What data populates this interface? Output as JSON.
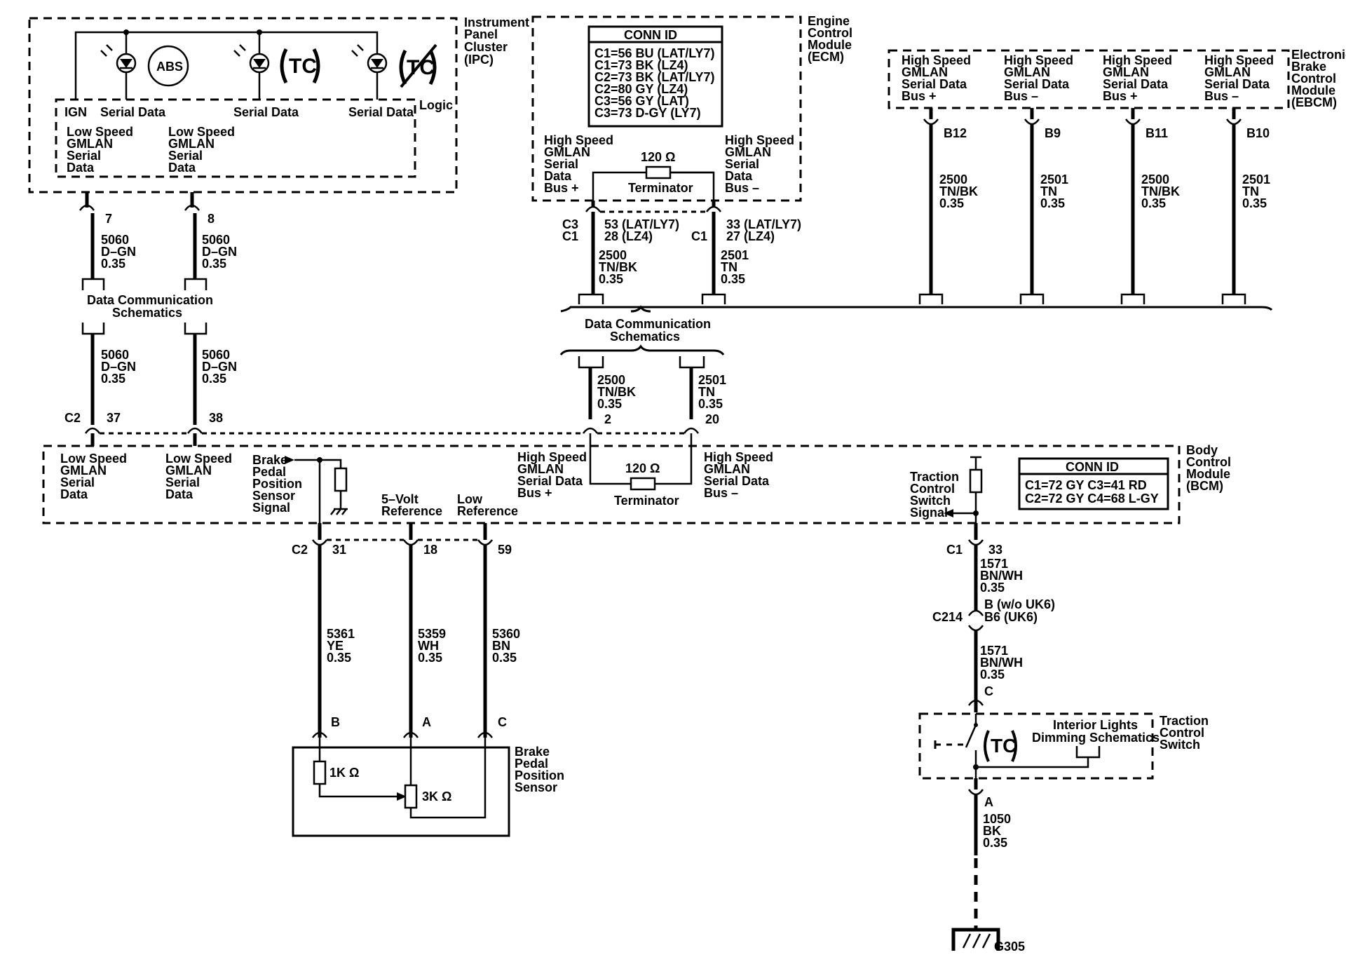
{
  "modules": {
    "ipc": {
      "name": [
        "Instrument",
        "Panel",
        "Cluster",
        "(IPC)"
      ],
      "logic": "Logic",
      "pins": [
        "IGN",
        "Serial Data",
        "Serial Data",
        "Serial Data"
      ],
      "ls1": [
        "Low Speed",
        "GMLAN",
        "Serial",
        "Data"
      ],
      "ls2": [
        "Low Speed",
        "GMLAN",
        "Serial",
        "Data"
      ],
      "lamps": [
        "abs-lamp-icon",
        "tc-lamp-icon",
        "tc-off-lamp-icon"
      ],
      "abs_text": "ABS",
      "tc_text": "TC"
    },
    "ecm": {
      "name": [
        "Engine",
        "Control",
        "Module",
        "(ECM)"
      ],
      "conn_title": "CONN ID",
      "conn": [
        "C1=56 BU (LAT/LY7)",
        "C1=73 BK (LZ4)",
        "C2=73 BK (LAT/LY7)",
        "C2=80 GY (LZ4)",
        "C3=56 GY (LAT)",
        "C3=73 D-GY (LY7)"
      ],
      "hs_plus": [
        "High Speed",
        "GMLAN",
        "Serial",
        "Data",
        "Bus +"
      ],
      "hs_minus": [
        "High Speed",
        "GMLAN",
        "Serial",
        "Data",
        "Bus –"
      ],
      "term_value": "120 Ω",
      "term_label": "Terminator"
    },
    "ebcm": {
      "name": [
        "Electronic",
        "Brake",
        "Control",
        "Module",
        "(EBCM)"
      ],
      "bus": [
        [
          "High Speed",
          "GMLAN",
          "Serial Data",
          "Bus +"
        ],
        [
          "High Speed",
          "GMLAN",
          "Serial Data",
          "Bus –"
        ],
        [
          "High Speed",
          "GMLAN",
          "Serial Data",
          "Bus +"
        ],
        [
          "High Speed",
          "GMLAN",
          "Serial Data",
          "Bus –"
        ]
      ],
      "pins": [
        "B12",
        "B9",
        "B11",
        "B10"
      ]
    },
    "bcm": {
      "name": [
        "Body",
        "Control",
        "Module",
        "(BCM)"
      ],
      "ls1": [
        "Low Speed",
        "GMLAN",
        "Serial",
        "Data"
      ],
      "ls2": [
        "Low Speed",
        "GMLAN",
        "Serial",
        "Data"
      ],
      "brake": [
        "Brake",
        "Pedal",
        "Position",
        "Sensor",
        "Signal"
      ],
      "ref5": [
        "5–Volt",
        "Reference"
      ],
      "lowref": [
        "Low",
        "Reference"
      ],
      "hs_plus": [
        "High Speed",
        "GMLAN",
        "Serial Data",
        "Bus +"
      ],
      "hs_minus": [
        "High Speed",
        "GMLAN",
        "Serial Data",
        "Bus –"
      ],
      "term_value": "120 Ω",
      "term_label": "Terminator",
      "tcs": [
        "Traction",
        "Control",
        "Switch",
        "Signal"
      ],
      "conn_title": "CONN ID",
      "conn": [
        "C1=72 GY  C3=41 RD",
        "C2=72 GY  C4=68 L-GY"
      ]
    },
    "bpps": {
      "name": [
        "Brake",
        "Pedal",
        "Position",
        "Sensor"
      ],
      "r1": "1K Ω",
      "r2": "3K Ω",
      "pins": [
        "B",
        "A",
        "C"
      ]
    },
    "tcsw": {
      "name": [
        "Traction",
        "Control",
        "Switch"
      ],
      "dim": [
        "Interior Lights",
        "Dimming Schematics"
      ],
      "tc_text": "TC"
    }
  },
  "schem_ref": [
    "Data Communication",
    "Schematics"
  ],
  "wires": {
    "ipc": [
      {
        "pin": "7",
        "circ": "5060",
        "color": "D–GN",
        "size": "0.35"
      },
      {
        "pin": "8",
        "circ": "5060",
        "color": "D–GN",
        "size": "0.35"
      }
    ],
    "ipc_lower": [
      {
        "circ": "5060",
        "color": "D–GN",
        "size": "0.35"
      },
      {
        "circ": "5060",
        "color": "D–GN",
        "size": "0.35"
      }
    ],
    "bcm_top": {
      "conn": "C2",
      "pins": [
        "37",
        "38"
      ]
    },
    "ecm": {
      "conn_plus": [
        "C3",
        "C1"
      ],
      "pin_plus": [
        "53 (LAT/LY7)",
        "28 (LZ4)"
      ],
      "conn_minus": "C1",
      "pin_minus": [
        "33 (LAT/LY7)",
        "27 (LZ4)"
      ],
      "plus": {
        "circ": "2500",
        "color": "TN/BK",
        "size": "0.35"
      },
      "minus": {
        "circ": "2501",
        "color": "TN",
        "size": "0.35"
      }
    },
    "ebcm": [
      {
        "circ": "2500",
        "color": "TN/BK",
        "size": "0.35"
      },
      {
        "circ": "2501",
        "color": "TN",
        "size": "0.35"
      },
      {
        "circ": "2500",
        "color": "TN/BK",
        "size": "0.35"
      },
      {
        "circ": "2501",
        "color": "TN",
        "size": "0.35"
      }
    ],
    "bcm_hs": [
      {
        "pin": "2",
        "circ": "2500",
        "color": "TN/BK",
        "size": "0.35"
      },
      {
        "pin": "20",
        "circ": "2501",
        "color": "TN",
        "size": "0.35"
      }
    ],
    "bcm_bottom": {
      "conn": "C2",
      "pins": [
        "31",
        "18",
        "59"
      ]
    },
    "bpps": [
      {
        "circ": "5361",
        "color": "YE",
        "size": "0.35"
      },
      {
        "circ": "5359",
        "color": "WH",
        "size": "0.35"
      },
      {
        "circ": "5360",
        "color": "BN",
        "size": "0.35"
      }
    ],
    "tcs": {
      "conn": "C1",
      "pin": "33",
      "circ": "1571",
      "color": "BN/WH",
      "size": "0.35",
      "inline": "C214",
      "inline_pins": [
        "B (w/o UK6)",
        "B6 (UK6)"
      ],
      "circ2": "1571",
      "color2": "BN/WH",
      "size2": "0.35",
      "sw_pin_c": "C",
      "sw_pin_a": "A",
      "gnd_circ": "1050",
      "gnd_color": "BK",
      "gnd_size": "0.35",
      "ground": "G305"
    }
  }
}
